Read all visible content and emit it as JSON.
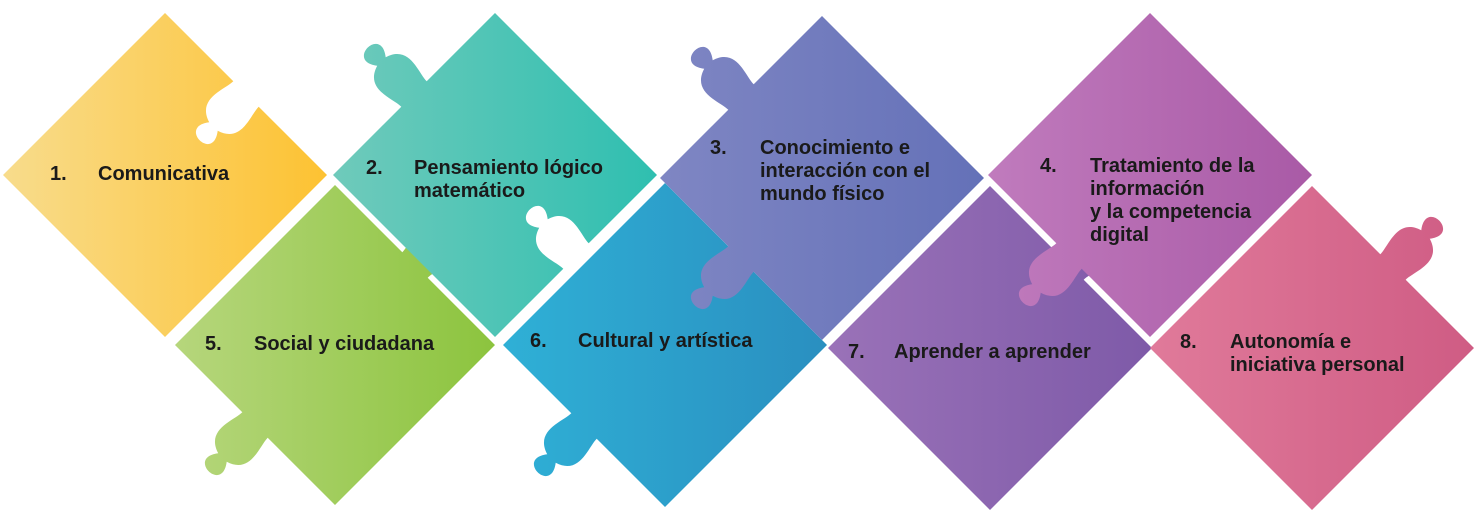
{
  "pieces": [
    {
      "number": "1.",
      "lines": [
        "Comunicativa"
      ],
      "color_start": "#f8dc8c",
      "color_end": "#fdc232"
    },
    {
      "number": "2.",
      "lines": [
        "Pensamiento lógico",
        "matemático"
      ],
      "color_start": "#6fcabb",
      "color_end": "#2fbfb0"
    },
    {
      "number": "3.",
      "lines": [
        "Conocimiento e",
        "interacción con el",
        "mundo físico"
      ],
      "color_start": "#7f86c3",
      "color_end": "#6471b8"
    },
    {
      "number": "4.",
      "lines": [
        "Tratamiento de la",
        "información",
        "y la competencia",
        "digital"
      ],
      "color_start": "#c07bbd",
      "color_end": "#a95aa6"
    },
    {
      "number": "5.",
      "lines": [
        "Social y ciudadana"
      ],
      "color_start": "#b6d67c",
      "color_end": "#8cc43e"
    },
    {
      "number": "6.",
      "lines": [
        "Cultural y artística"
      ],
      "color_start": "#2fb0d6",
      "color_end": "#2a8fc0"
    },
    {
      "number": "7.",
      "lines": [
        "Aprender a aprender"
      ],
      "color_start": "#9a72b8",
      "color_end": "#7e5aa8"
    },
    {
      "number": "8.",
      "lines": [
        "Autonomía e",
        "iniciativa personal"
      ],
      "color_start": "#e07a9a",
      "color_end": "#cf5c84"
    }
  ]
}
